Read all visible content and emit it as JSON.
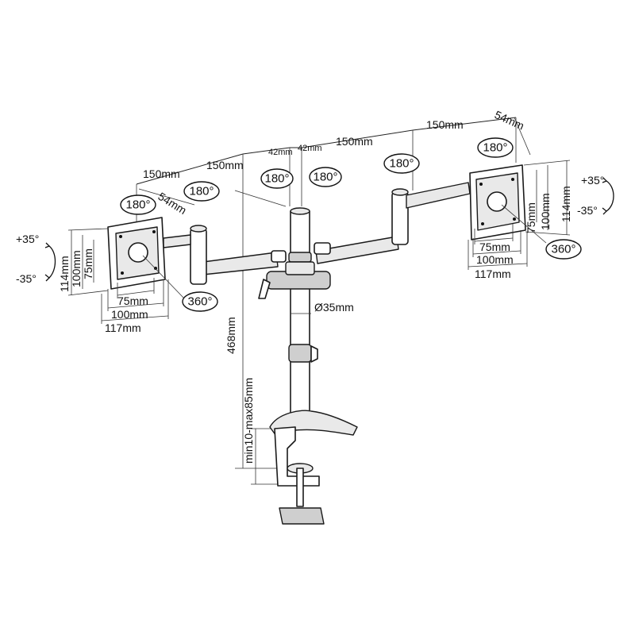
{
  "dimensions": {
    "arm_left_outer": "150mm",
    "arm_left_inner": "150mm",
    "arm_right_inner": "150mm",
    "arm_right_outer": "150mm",
    "offset_left": "54mm",
    "offset_right": "54mm",
    "center_left": "42mm",
    "center_right": "42mm",
    "pole_diameter": "Ø35mm",
    "pole_height": "468mm",
    "clamp_range": "min10-max85mm"
  },
  "rotations": {
    "swivel": "180°",
    "rotate": "360°",
    "tilt_up": "+35°",
    "tilt_down": "-35°"
  },
  "vesa_left": {
    "h75": "75mm",
    "h100": "100mm",
    "h117": "117mm",
    "v75": "75mm",
    "v100": "100mm",
    "v114": "114mm"
  },
  "vesa_right": {
    "h75": "75mm",
    "h100": "100mm",
    "h117": "117mm",
    "v75": "75mm",
    "v100": "100mm",
    "v114": "114mm"
  }
}
